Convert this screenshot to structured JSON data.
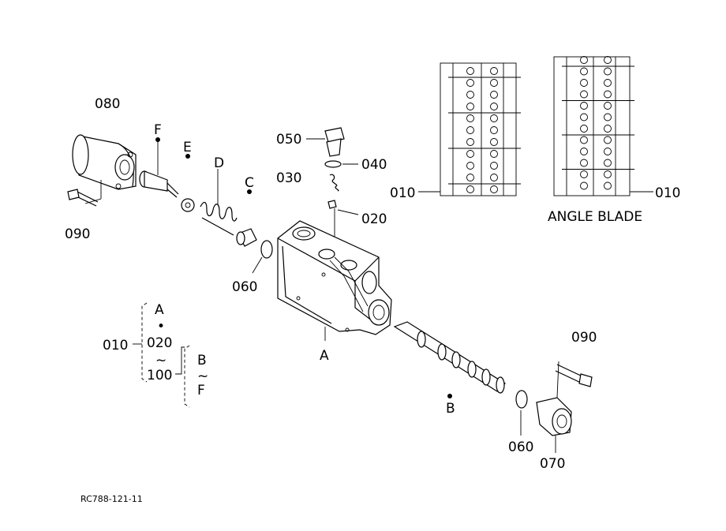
{
  "labels": {
    "p080": "080",
    "p090_left": "090",
    "F": "F",
    "E": "E",
    "D": "D",
    "C": "C",
    "p050": "050",
    "p040": "040",
    "p030": "030",
    "p020": "020",
    "p060_left": "060",
    "A": "A",
    "B": "B",
    "p090_right": "090",
    "p060_right": "060",
    "p070": "070",
    "p010_top": "010",
    "p010_right": "010",
    "angle_blade": "ANGLE BLADE"
  },
  "legend": {
    "p010": "010",
    "A": "A",
    "dot": "•",
    "p020": "020",
    "tilde1": "~",
    "p100": "100",
    "B": "B",
    "tilde2": "~",
    "F": "F"
  },
  "footer": {
    "code": "RC788-121-11"
  }
}
